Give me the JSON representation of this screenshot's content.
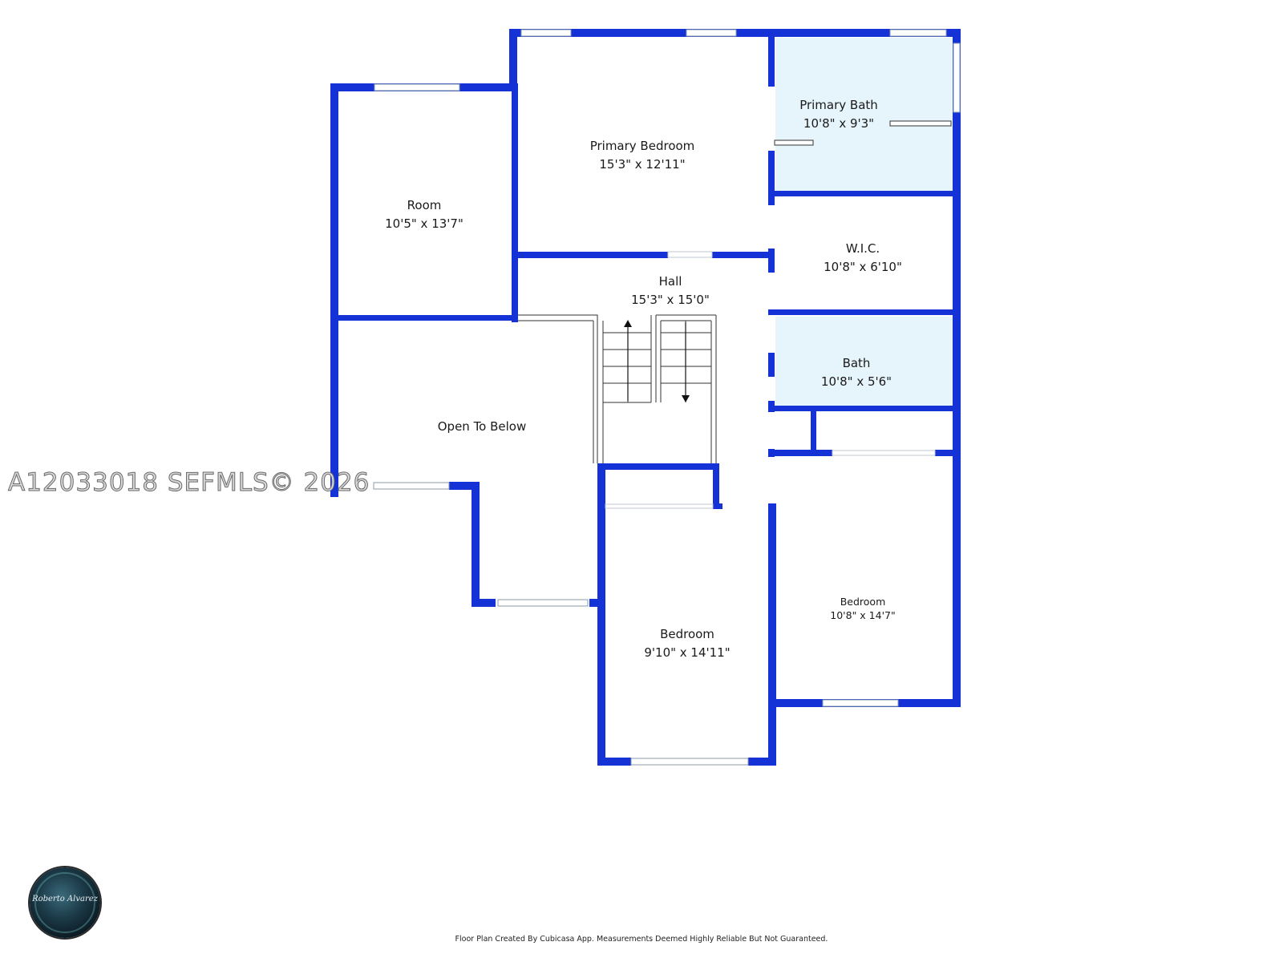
{
  "rooms": {
    "primary_bedroom": {
      "name": "Primary Bedroom",
      "size": "15'3\" x 12'11\""
    },
    "primary_bath": {
      "name": "Primary Bath",
      "size": "10'8\" x 9'3\""
    },
    "room": {
      "name": "Room",
      "size": "10'5\" x 13'7\""
    },
    "hall": {
      "name": "Hall",
      "size": "15'3\" x 15'0\""
    },
    "wic": {
      "name": "W.I.C.",
      "size": "10'8\" x 6'10\""
    },
    "bath": {
      "name": "Bath",
      "size": "10'8\" x 5'6\""
    },
    "open_to_below": {
      "name": "Open To Below"
    },
    "bedroom_center": {
      "name": "Bedroom",
      "size": "9'10\" x 14'11\""
    },
    "bedroom_right": {
      "name": "Bedroom",
      "size": "10'8\" x 14'7\""
    }
  },
  "watermark": "A12033018  SEFMLS© 2026",
  "footer": "Floor Plan Created By Cubicasa App. Measurements Deemed Highly Reliable But Not Guaranteed.",
  "logo_text": "Roberto Alvarez",
  "colors": {
    "wall": "#1432d6",
    "bath_fill": "#e6f4fc",
    "background": "#ffffff"
  }
}
